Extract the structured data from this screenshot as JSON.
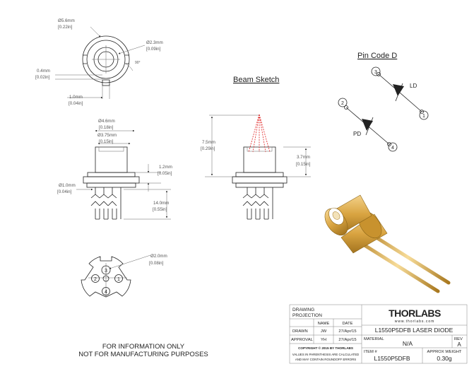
{
  "dimensions": {
    "top_diameter": "Ø5.6mm",
    "top_diameter_in": "[0.22in]",
    "pin_circle": "Ø2.3mm",
    "pin_circle_in": "[0.09in]",
    "angle": "90°",
    "tab_height": "0.4mm",
    "tab_height_in": "[0.02in]",
    "tab_width": "1.0mm",
    "tab_width_in": "[0.04in]",
    "cap_diameter": "Ø4.6mm",
    "cap_diameter_in": "[0.18in]",
    "window_diameter": "Ø3.75mm",
    "window_diameter_in": "[0.15in]",
    "flange_thickness": "1.2mm",
    "flange_thickness_in": "[0.05in]",
    "pin_diameter": "Ø1.0mm",
    "pin_diameter_in": "[0.04in]",
    "lead_length": "14.0mm",
    "lead_length_in": "[0.55in]",
    "beam_height": "7.5mm",
    "beam_height_in": "[0.29in]",
    "emitter_height": "3.7mm",
    "emitter_height_in": "[0.15in]",
    "bottom_pin_circle": "Ø2.0mm",
    "bottom_pin_circle_in": "[0.08in]"
  },
  "beam_sketch": {
    "title": "Beam Sketch"
  },
  "pin_code": {
    "title": "Pin Code D",
    "ld_label": "LD",
    "pd_label": "PD",
    "pins": [
      "1",
      "2",
      "3",
      "4"
    ]
  },
  "bottom_view": {
    "pins": [
      "1",
      "2",
      "3",
      "4"
    ]
  },
  "disclaimer": {
    "line1": "FOR INFORMATION ONLY",
    "line2": "NOT FOR MANUFACTURING PURPOSES"
  },
  "title_block": {
    "drawing_projection": "DRAWING\nPROJECTION",
    "name_header": "NAME",
    "date_header": "DATE",
    "drawn_label": "DRAWN",
    "drawn_name": "JW",
    "drawn_date": "27/Apr/15",
    "approval_label": "APPROVAL",
    "approval_name": "YH",
    "approval_date": "27/Apr/15",
    "copyright": "COPYRIGHT © 2015 BY THORLABS",
    "note_line1": "VALUES IN PARENTHESIS ARE CALCULATED",
    "note_line2": "AND MAY CONTAIN ROUNDOFF ERRORS",
    "logo": "THORLABS",
    "website": "www.thorlabs.com",
    "part_title": "L1550P5DFB LASER DIODE",
    "material_label": "MATERIAL",
    "material_value": "N/A",
    "rev_label": "REV",
    "rev_value": "A",
    "item_label": "ITEM #",
    "item_value": "L1550P5DFB",
    "weight_label": "APPROX WEIGHT",
    "weight_value": "0.30g"
  },
  "colors": {
    "beam": "#e02020",
    "gold": "#d9a441",
    "line": "#222222"
  }
}
